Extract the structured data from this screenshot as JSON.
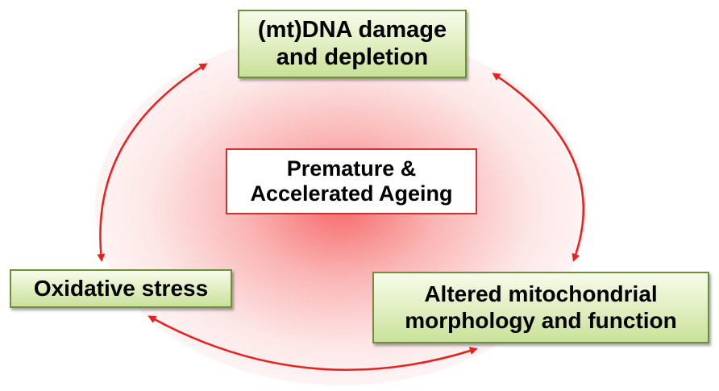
{
  "nodes": {
    "dna_damage": "(mt)DNA damage\nand depletion",
    "ageing": "Premature &\nAccelerated Ageing",
    "oxidative_stress": "Oxidative stress",
    "altered_mito": "Altered mitochondrial\nmorphology and function"
  },
  "colors": {
    "arrow": "#e8201e",
    "box_border_green": "#6f8f3a",
    "box_fill_green": "#d8eab0",
    "center_border": "#d23030",
    "glow": "#f76464"
  },
  "edges": [
    {
      "from": "dna_damage",
      "to": "oxidative_stress",
      "direction": "bidirectional"
    },
    {
      "from": "dna_damage",
      "to": "altered_mito",
      "direction": "bidirectional"
    },
    {
      "from": "oxidative_stress",
      "to": "altered_mito",
      "direction": "bidirectional"
    }
  ]
}
